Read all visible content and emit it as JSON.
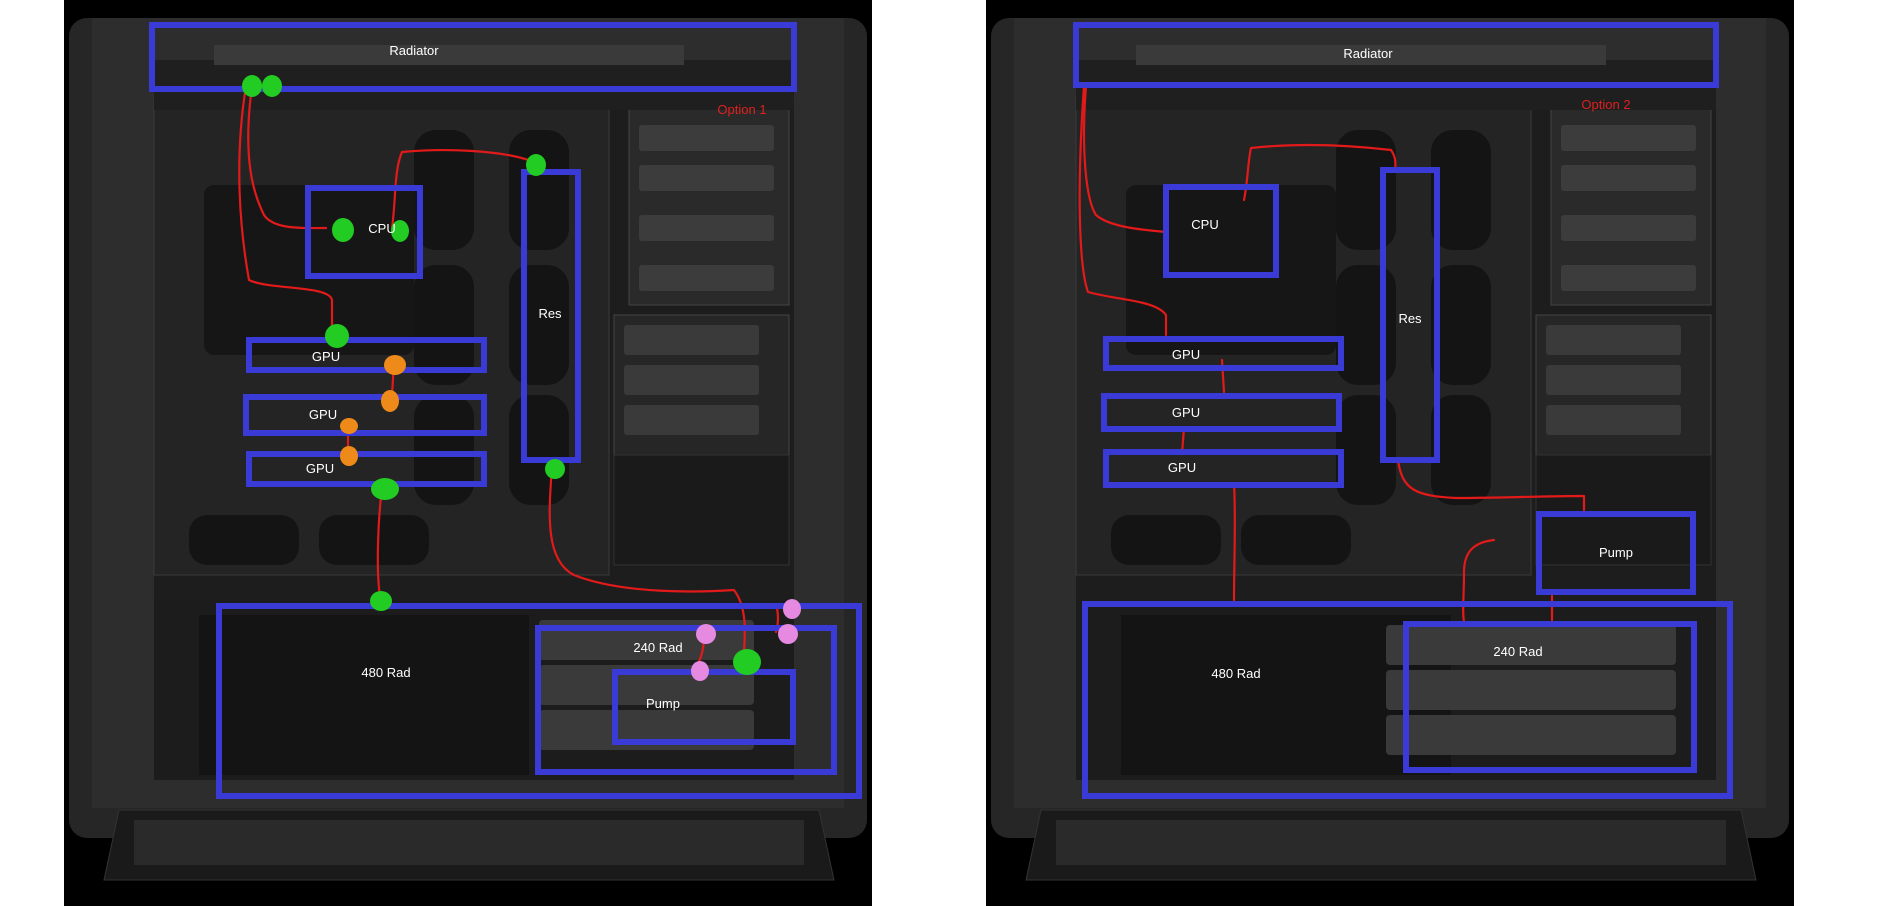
{
  "colors": {
    "box": "#3a3ad6",
    "tube": "#e21a1a",
    "fitting_green": "#22cc22",
    "fitting_orange": "#ee8a1a",
    "fitting_pink": "#e58ae0",
    "case_dark": "#2b2b2b",
    "background": "#000000"
  },
  "panels": [
    {
      "option_label": "Option 1",
      "components": {
        "radiator": "Radiator",
        "cpu": "CPU",
        "res": "Res",
        "gpu_1": "GPU",
        "gpu_2": "GPU",
        "gpu_3": "GPU",
        "rad_480": "480 Rad",
        "rad_240": "240 Rad",
        "pump": "Pump"
      }
    },
    {
      "option_label": "Option 2",
      "components": {
        "radiator": "Radiator",
        "cpu": "CPU",
        "res": "Res",
        "gpu_1": "GPU",
        "gpu_2": "GPU",
        "gpu_3": "GPU",
        "rad_480": "480 Rad",
        "rad_240": "240 Rad",
        "pump": "Pump"
      }
    }
  ]
}
